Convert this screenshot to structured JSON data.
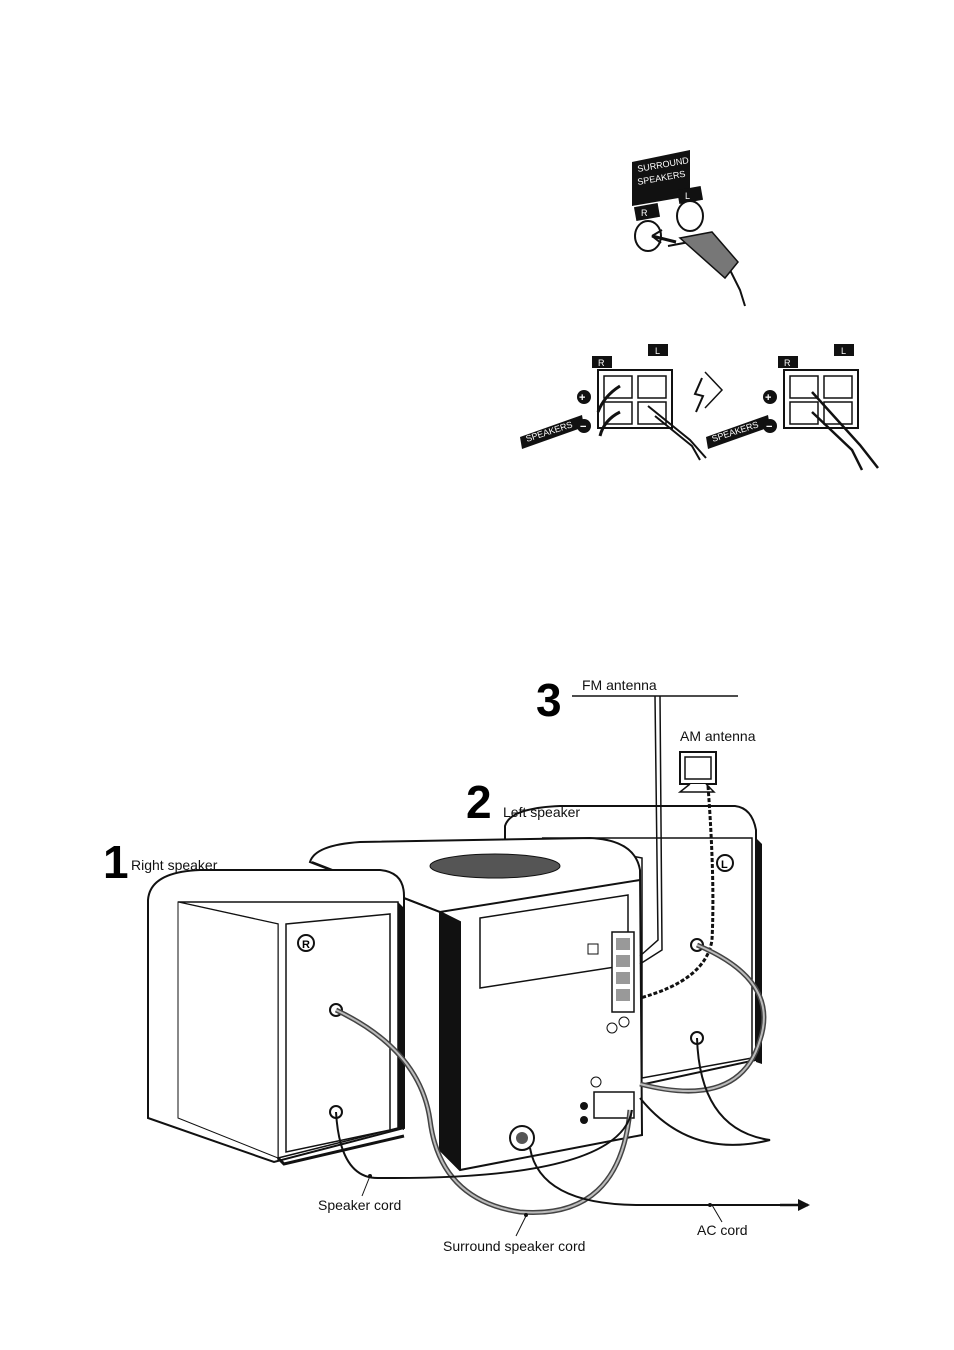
{
  "jack_panel": {
    "title_line1": "SURROUND",
    "title_line2": "SPEAKERS",
    "right": "R",
    "left": "L"
  },
  "terminals": {
    "speakers_label": "SPEAKERS",
    "right": "R",
    "left": "L",
    "plus": "+",
    "minus": "−"
  },
  "steps": [
    {
      "number": "1",
      "label": "Right speaker"
    },
    {
      "number": "2",
      "label": "Left speaker"
    },
    {
      "number": "3",
      "label": ""
    }
  ],
  "labels": {
    "fm_antenna": "FM antenna",
    "am_antenna": "AM antenna",
    "speaker_cord": "Speaker cord",
    "surround_speaker_cord": "Surround speaker cord",
    "ac_cord": "AC cord",
    "right_badge": "R",
    "left_badge": "L"
  }
}
